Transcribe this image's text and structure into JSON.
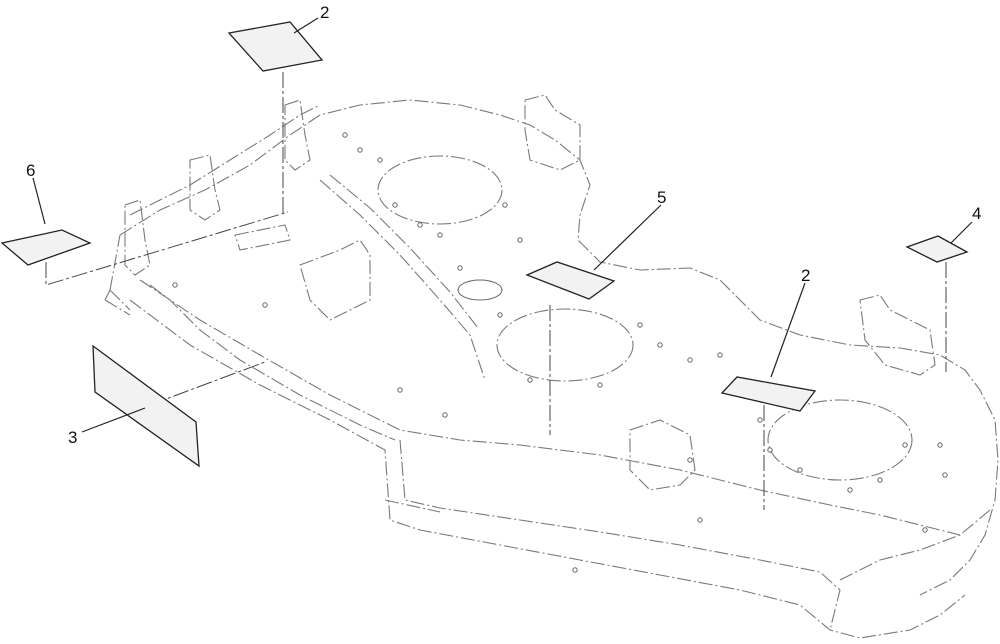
{
  "callouts": [
    {
      "id": "c2-top",
      "label": "2"
    },
    {
      "id": "c6",
      "label": "6"
    },
    {
      "id": "c5",
      "label": "5"
    },
    {
      "id": "c4",
      "label": "4"
    },
    {
      "id": "c2-right",
      "label": "2"
    },
    {
      "id": "c3",
      "label": "3"
    }
  ]
}
